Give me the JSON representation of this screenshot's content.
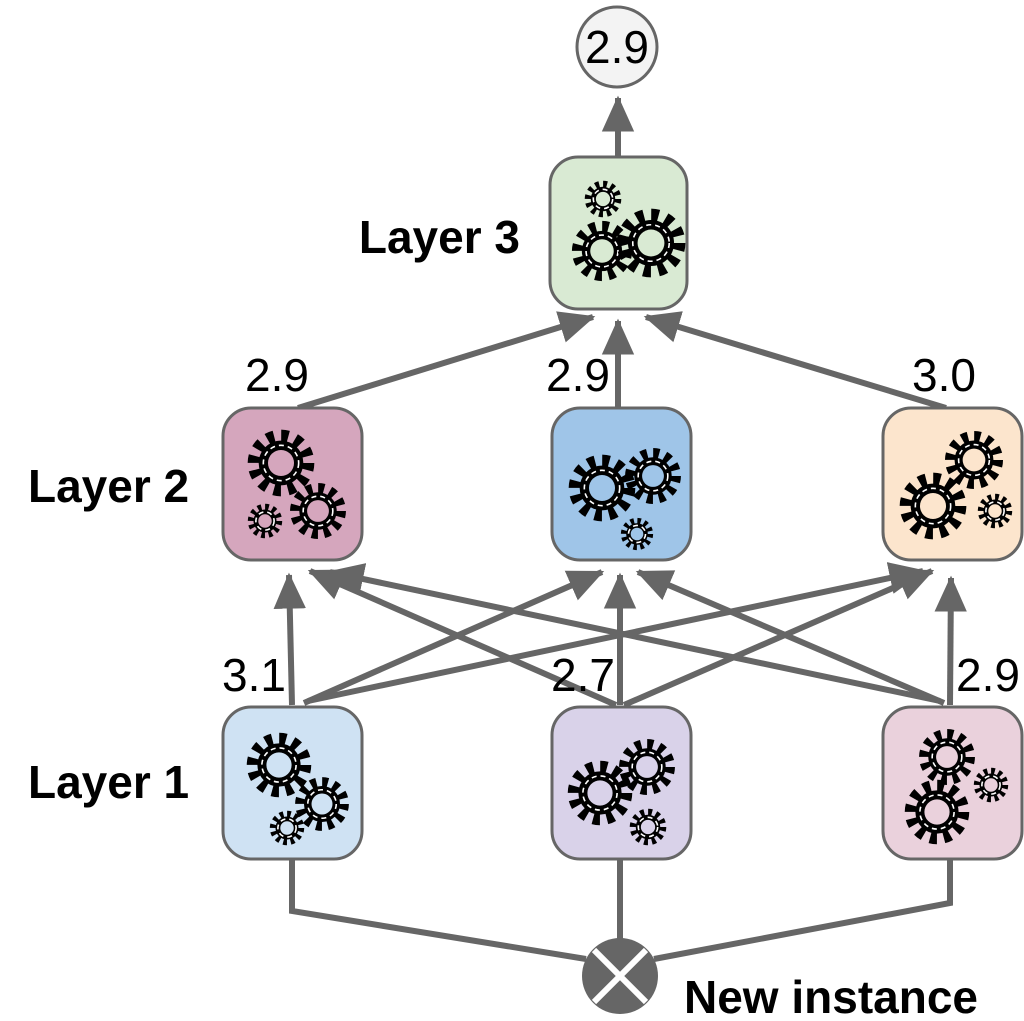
{
  "diagram": {
    "description": "Multilayer stacking ensemble predicting a new instance"
  },
  "output": {
    "value": "2.9",
    "color": "#f3f3f3"
  },
  "layers": [
    {
      "label": "Layer 1",
      "nodes": [
        {
          "value": "3.1",
          "color": "#cfe2f3"
        },
        {
          "value": "2.7",
          "color": "#d9d2e9"
        },
        {
          "value": "2.9",
          "color": "#ead1dc"
        }
      ]
    },
    {
      "label": "Layer 2",
      "nodes": [
        {
          "value": "2.9",
          "color": "#d5a6bd"
        },
        {
          "value": "2.9",
          "color": "#9fc5e8"
        },
        {
          "value": "3.0",
          "color": "#fce5cd"
        }
      ]
    },
    {
      "label": "Layer 3",
      "nodes": [
        {
          "color": "#d9ead3"
        }
      ]
    }
  ],
  "input": {
    "label": "New instance",
    "color": "#666666"
  },
  "icons": {
    "node_icon": "gears-icon",
    "input_icon": "x-circle-icon"
  },
  "style": {
    "line_color": "#666666",
    "text_color": "#000000",
    "gear_color": "#000000"
  }
}
